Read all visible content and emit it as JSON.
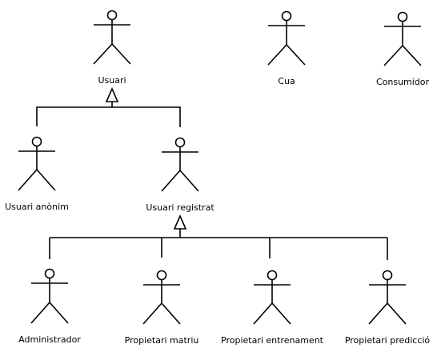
{
  "actors": {
    "usuari": "Usuari",
    "cua": "Cua",
    "consumidor": "Consumidor",
    "usuari_anonim": "Usuari anònim",
    "usuari_registrat": "Usuari registrat",
    "administrador": "Administrador",
    "propietari_matriu": "Propietari matriu",
    "propietari_entrenament": "Propietari entrenament",
    "propietari_prediccio": "Propietari predicció"
  },
  "relations": [
    {
      "type": "generalization",
      "parent": "Usuari",
      "children": [
        "Usuari anònim",
        "Usuari registrat"
      ]
    },
    {
      "type": "generalization",
      "parent": "Usuari registrat",
      "children": [
        "Administrador",
        "Propietari matriu",
        "Propietari entrenament",
        "Propietari predicció"
      ]
    }
  ]
}
